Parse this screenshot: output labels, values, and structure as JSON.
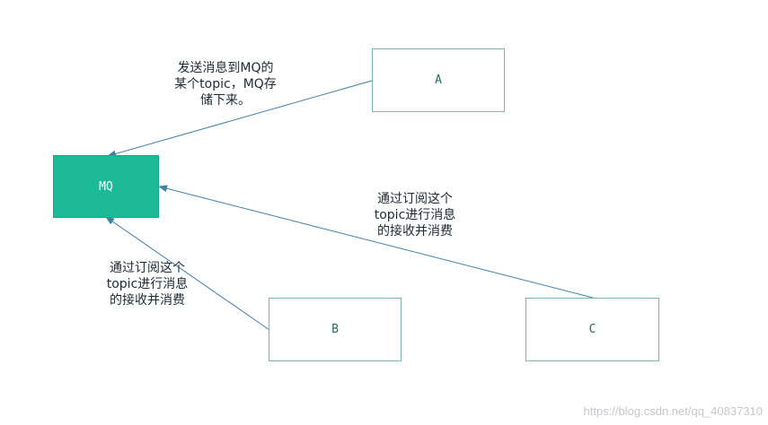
{
  "nodes": {
    "mq": "MQ",
    "a": "A",
    "b": "B",
    "c": "C"
  },
  "labels": {
    "publish": "发送消息到MQ的\n某个topic，MQ存\n储下来。",
    "subscribe_c": "通过订阅这个\ntopic进行消息\n的接收并消费",
    "subscribe_b": "通过订阅这个\ntopic进行消息\n的接收并消费"
  },
  "watermark": "https://blog.csdn.net/qq_40837310",
  "colors": {
    "mq_fill": "#1dba97",
    "box_border": "#76b6b0",
    "arrow": "#3f7fa8"
  }
}
